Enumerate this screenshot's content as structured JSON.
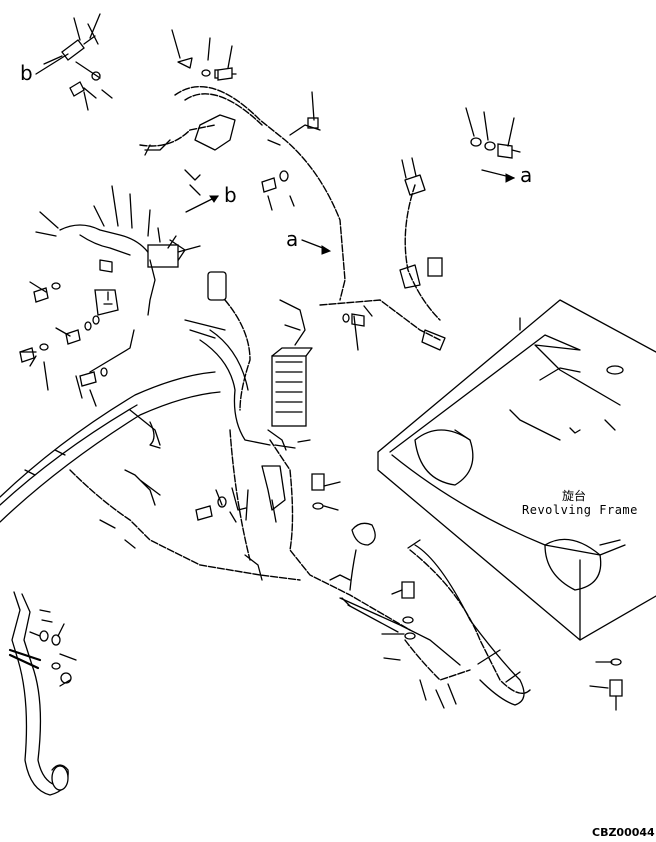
{
  "callouts": {
    "a_left": "a",
    "a_right": "a",
    "b_left": "b",
    "b_right": "b"
  },
  "frame": {
    "label_jp": "旋台",
    "label_en": "Revolving Frame"
  },
  "drawing_code": "CBZ00044"
}
